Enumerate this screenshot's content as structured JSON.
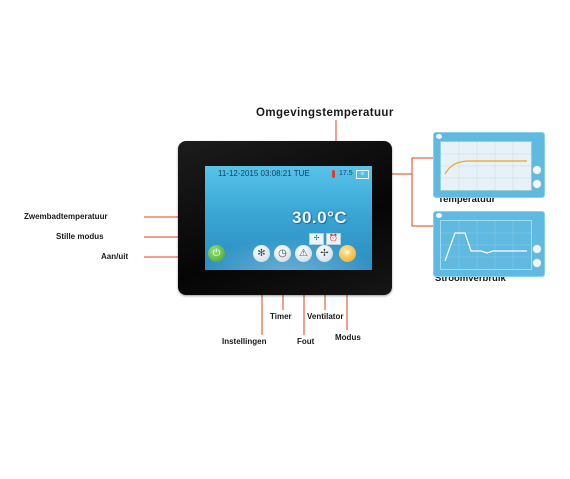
{
  "callouts": {
    "ambient_temperature": "Omgevingstemperatuur",
    "pool_temperature": "Zwembadtemperatuur",
    "silent_mode": "Stille modus",
    "on_off": "Aan/uit",
    "settings": "Instellingen",
    "timer": "Timer",
    "fault": "Fout",
    "fan": "Ventilator",
    "mode": "Modus",
    "temperature_chart": "Temperatuur",
    "power_chart": "Stroomverbruik"
  },
  "screen": {
    "datetime": "11-12-2015  03:08:21  TUE",
    "ambient_value": "17.5",
    "pool_temperature": "30.0°C"
  },
  "icons": {
    "power": "power-icon",
    "settings": "gear-icon",
    "timer": "clock-icon",
    "fault": "warning-icon",
    "fan": "fan-icon",
    "mode": "sun-icon",
    "silent_fan": "fan-icon",
    "silent_alarm": "alarm-clock-icon",
    "wifi": "wifi-icon",
    "thermometer": "thermometer-icon"
  },
  "colors": {
    "callout_line": "#e0401f",
    "screen_blue": "#3aa6d4",
    "power_green": "#3c9a2c",
    "mode_orange": "#f0a21c",
    "temp_curve": "#f0a21c",
    "power_curve": "#ffffff"
  }
}
